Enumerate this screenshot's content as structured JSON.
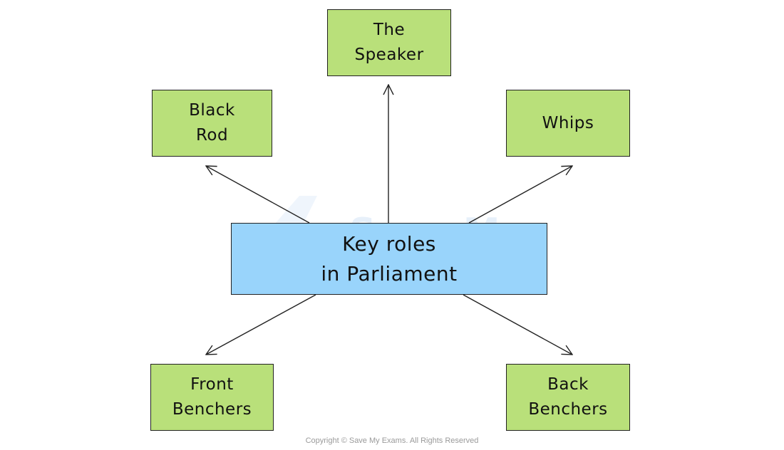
{
  "diagram": {
    "center": {
      "line1": "Key roles",
      "line2": "in Parliament"
    },
    "roles": {
      "speaker": {
        "line1": "The",
        "line2": "Speaker"
      },
      "black_rod": {
        "line1": "Black",
        "line2": "Rod"
      },
      "whips": {
        "line1": "Whips"
      },
      "front_benchers": {
        "line1": "Front",
        "line2": "Benchers"
      },
      "back_benchers": {
        "line1": "Back",
        "line2": "Benchers"
      }
    }
  },
  "watermark": {
    "line1": "Save My",
    "line2": "Exams"
  },
  "footer": {
    "copyright": "Copyright © Save My Exams. All Rights Reserved"
  },
  "colors": {
    "role_fill": "#b9e07a",
    "center_fill": "#99d4fb",
    "border": "#222222",
    "arrow": "#222222"
  }
}
